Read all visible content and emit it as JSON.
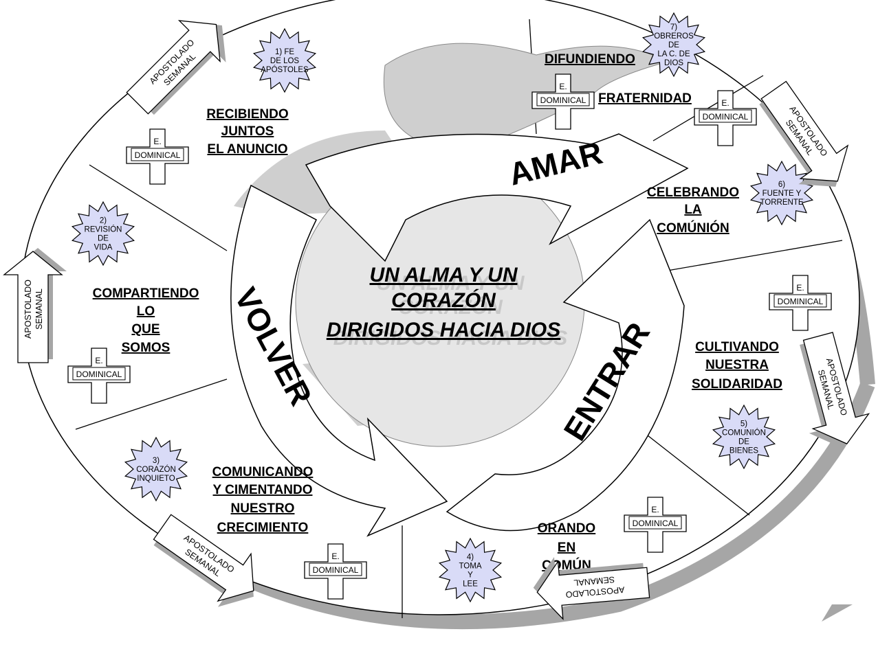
{
  "center": {
    "lines": [
      "UN ALMA Y UN",
      "CORAZÓN",
      "DIRIGIDOS HACIA DIOS"
    ]
  },
  "verbs": {
    "amar": "AMAR",
    "volver": "VOLVER",
    "entrar": "ENTRAR"
  },
  "sections": [
    {
      "id": "recibiendo",
      "lines": [
        "RECIBIENDO",
        "JUNTOS",
        "EL ANUNCIO"
      ]
    },
    {
      "id": "difundiendo",
      "lines": [
        "DIFUNDIENDO"
      ]
    },
    {
      "id": "fraternidad",
      "lines": [
        "FRATERNIDAD"
      ]
    },
    {
      "id": "celebrando",
      "lines": [
        "CELEBRANDO",
        "LA",
        "COMÚNIÓN"
      ]
    },
    {
      "id": "compartiendo",
      "lines": [
        "COMPARTIENDO",
        "LO",
        "QUE",
        "SOMOS"
      ]
    },
    {
      "id": "cultivando",
      "lines": [
        "CULTIVANDO",
        "NUESTRA",
        "SOLIDARIDAD"
      ]
    },
    {
      "id": "comunicando",
      "lines": [
        "COMUNICANDO",
        "Y CIMENTANDO",
        "NUESTRO",
        "CRECIMIENTO"
      ]
    },
    {
      "id": "orando",
      "lines": [
        "ORANDO",
        "EN",
        "COMÚN"
      ]
    }
  ],
  "stars": [
    {
      "lines": [
        "1) FE",
        "DE LOS",
        "APÓSTOLES"
      ]
    },
    {
      "lines": [
        "2)",
        "REVISIÓN",
        "DE",
        "VIDA"
      ]
    },
    {
      "lines": [
        "3)",
        "CORAZÓN",
        "INQUIETO"
      ]
    },
    {
      "lines": [
        "4)",
        "TOMA",
        "Y",
        "LEE"
      ]
    },
    {
      "lines": [
        "5)",
        "COMUNIÓN",
        "DE",
        "BIENES"
      ]
    },
    {
      "lines": [
        "6)",
        "FUENTE Y",
        "TORRENTE"
      ]
    },
    {
      "lines": [
        "7)",
        "OBREROS",
        "DE",
        "LA C. DE",
        "DIOS"
      ]
    }
  ],
  "apostolado": {
    "line1": "APOSTOLADO",
    "line2": "SEMANAL"
  },
  "cross": {
    "top": "E.",
    "label": "DOMINICAL"
  },
  "colors": {
    "star_fill": "#d9dbf7",
    "shadow": "#a6a6a6",
    "flame": "#cfcfcf"
  }
}
